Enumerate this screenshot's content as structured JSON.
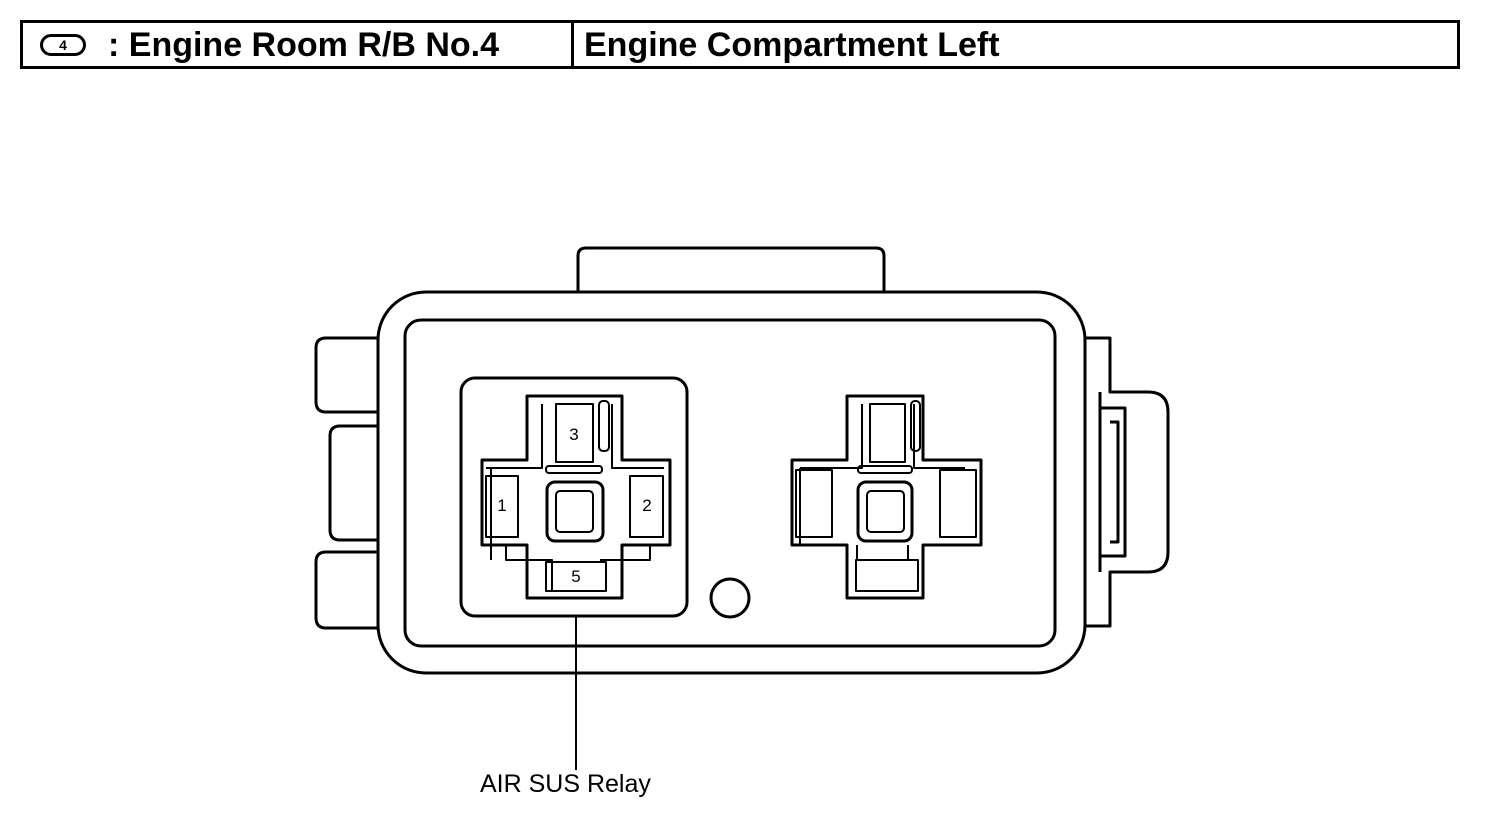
{
  "header": {
    "badge": "4",
    "location_title": ": Engine Room R/B No.4",
    "position_title": "Engine Compartment Left"
  },
  "relay_block": {
    "relays": [
      {
        "name": "relay-socket-air-sus",
        "pins": [
          "1",
          "2",
          "3",
          "5"
        ]
      },
      {
        "name": "relay-socket-unused",
        "pins": []
      }
    ]
  },
  "callout": {
    "label": "AIR SUS Relay"
  }
}
